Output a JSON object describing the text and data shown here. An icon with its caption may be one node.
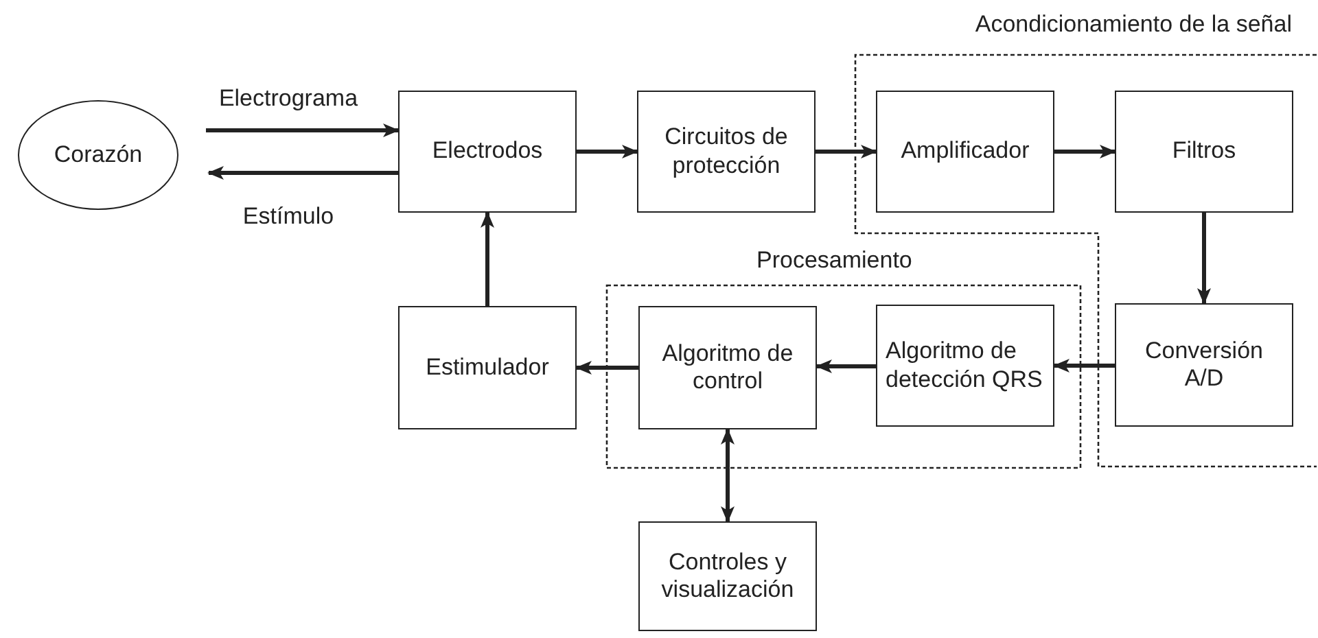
{
  "diagram": {
    "nodes": [
      {
        "text": [
          "Corazón"
        ]
      },
      {
        "text": [
          "Electrodos"
        ]
      },
      {
        "text": [
          "Circuitos de protección"
        ]
      },
      {
        "text": [
          "Acondicionamiento de la señal"
        ]
      },
      {
        "text": [
          "Amplificador"
        ],
        "in": 3
      },
      {
        "text": [
          "Filtros"
        ],
        "in": 3
      },
      {
        "text": [
          "Conversión A/D"
        ],
        "in": 3
      },
      {
        "text": [
          "Procesamiento"
        ]
      },
      {
        "text": [
          "Estimulador"
        ]
      },
      {
        "text": [
          "Algoritmo de control"
        ],
        "in": 7
      },
      {
        "text": [
          "Algoritmo de detección QRS"
        ]
      },
      {
        "text": [
          "Controles y visualización"
        ]
      }
    ],
    "edges": [
      {
        "from": 0,
        "to": 1,
        "arrow": "to",
        "label": "Electrograma"
      },
      {
        "from": 1,
        "to": 0,
        "arrow": "to",
        "label": "Estímulo"
      },
      {
        "from": 1,
        "to": 2,
        "arrow": "to"
      },
      {
        "from": 2,
        "to": 4,
        "arrow": "to"
      },
      {
        "from": 4,
        "to": 5,
        "arrow": "to"
      },
      {
        "from": 5,
        "to": 6,
        "arrow": "to"
      },
      {
        "from": 6,
        "to": 10,
        "arrow": "to"
      },
      {
        "from": 10,
        "to": 9,
        "arrow": "to"
      },
      {
        "from": 9,
        "to": 8,
        "arrow": "to"
      },
      {
        "from": 8,
        "to": 1,
        "arrow": "to"
      },
      {
        "from": 9,
        "to": 11,
        "arrow": "both"
      }
    ]
  }
}
